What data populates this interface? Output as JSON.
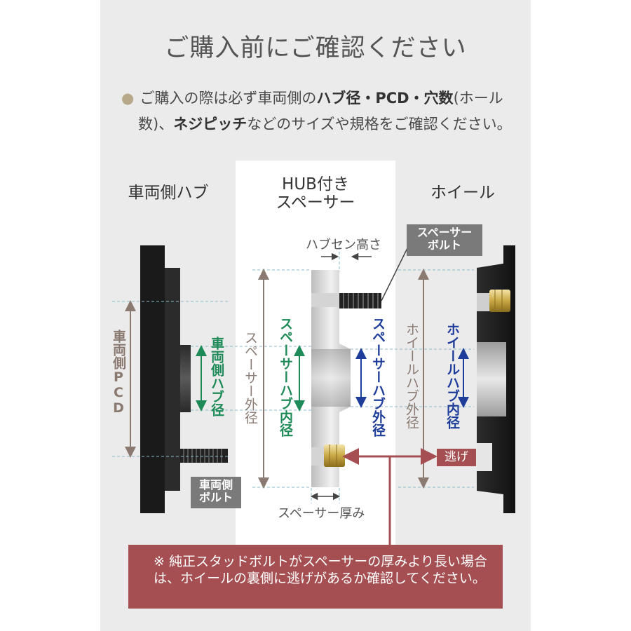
{
  "title": "ご購入前にご確認ください",
  "note": {
    "bullet": "●",
    "line1_pre": "ご購入の際は必ず車両側の",
    "line1_bold": "ハブ径・PCD・穴数",
    "line1_post": "(ホール",
    "line2_pre": "数)、",
    "line2_bold": "ネジピッチ",
    "line2_post": "などのサイズや規格をご確認ください。"
  },
  "columns": {
    "left": "車両側ハブ",
    "center_line1": "HUB付き",
    "center_line2": "スペーサー",
    "right": "ホイール"
  },
  "labels": {
    "vehicle_pcd": "車両側PCD",
    "vehicle_hub_dia": "車両側ハブ径",
    "spacer_outer_dia": "スペーサー外径",
    "spacer_hub_inner_dia": "スペーサーハブ内径",
    "spacer_hub_outer_dia": "スペーサーハブ外径",
    "wheel_hub_outer_dia": "ホイールハブ外径",
    "wheel_hub_inner_dia": "ホイールハブ内径",
    "hub_center_height": "ハブセン高さ",
    "spacer_thickness": "スペーサー厚み",
    "spacer_bolt_line1": "スペーサー",
    "spacer_bolt_line2": "ボルト",
    "vehicle_bolt_line1": "車両側",
    "vehicle_bolt_line2": "ボルト",
    "relief": "逃げ"
  },
  "warning": "※ 純正スタッドボルトがスペーサーの厚みより長い場合は、ホイールの裏側に逃げがあるか確認してください。",
  "colors": {
    "green": "#1e8a57",
    "blue": "#1e3c9a",
    "brown": "#8a7a72",
    "red": "#a54f52",
    "gray_tag": "#7a7a7a"
  }
}
